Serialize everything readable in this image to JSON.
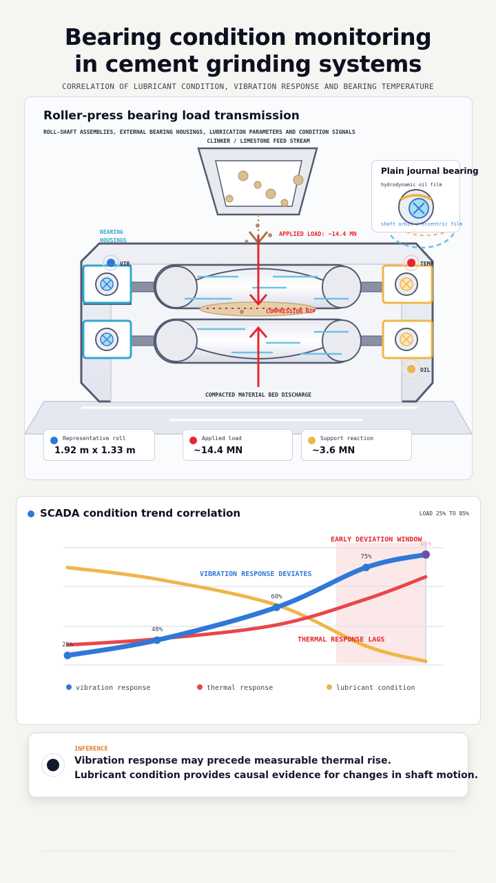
{
  "header": {
    "title_line1": "Bearing condition monitoring",
    "title_line2": "in cement grinding systems",
    "subtitle": "CORRELATION OF LUBRICANT CONDITION, VIBRATION RESPONSE AND BEARING TEMPERATURE"
  },
  "press_panel": {
    "title": "Roller-press bearing load transmission",
    "subtitle": "ROLL-SHAFT ASSEMBLIES, EXTERNAL BEARING HOUSINGS, LUBRICATION PARAMETERS AND CONDITION SIGNALS",
    "feed_label": "CLINKER / LIMESTONE FEED STREAM",
    "applied_load_label": "APPLIED LOAD: ~14.4 MN",
    "bearing_housings_label_1": "BEARING",
    "bearing_housings_label_2": "HOUSINGS",
    "vib_label": "VIB",
    "temp_label": "TEMP",
    "oil_label": "OIL",
    "nip_label": "COMPRESSION NIP",
    "discharge_label": "COMPACTED MATERIAL BED DISCHARGE",
    "inset": {
      "title": "Plain journal bearing",
      "film_label": "hydrodynamic oil film",
      "orbit_label": "shaft orbit / eccentric film"
    },
    "stats": [
      {
        "label": "Representative roll",
        "value": "1.92 m x 1.33 m",
        "color": "#2f78d8"
      },
      {
        "label": "Applied load",
        "value": "~14.4 MN",
        "color": "#e5262c"
      },
      {
        "label": "Support reaction",
        "value": "~3.6 MN",
        "color": "#f0b54a"
      }
    ]
  },
  "trend_panel": {
    "title": "SCADA condition trend correlation",
    "range_label": "LOAD 25% TO 85%",
    "early_window_label": "EARLY DEVIATION WINDOW",
    "vibration_annotation": "VIBRATION RESPONSE DEVIATES",
    "thermal_annotation": "THERMAL RESPONSE LAGS",
    "chart_data": {
      "type": "line",
      "x": [
        25,
        40,
        60,
        75,
        85
      ],
      "point_labels": [
        "25%",
        "40%",
        "60%",
        "75%",
        "85%"
      ],
      "xlim": [
        25,
        85
      ],
      "highlight_window": [
        70,
        85
      ],
      "grid": true,
      "legend_position": "bottom",
      "series": [
        {
          "name": "vibration response",
          "color": "#2f78d8",
          "values": [
            0.07,
            0.2,
            0.48,
            0.82,
            0.93
          ]
        },
        {
          "name": "thermal response",
          "color": "#e8464c",
          "values": [
            0.16,
            0.21,
            0.33,
            0.55,
            0.74
          ]
        },
        {
          "name": "lubricant condition",
          "color": "#f0b54a",
          "values": [
            0.82,
            0.72,
            0.5,
            0.15,
            0.02
          ]
        }
      ]
    }
  },
  "inference": {
    "tag": "INFERENCE",
    "line1": "Vibration response may precede measurable thermal rise.",
    "line2": "Lubricant condition provides causal evidence for changes in shaft motion."
  },
  "colors": {
    "blue": "#2f78d8",
    "red": "#e5262c",
    "amber": "#f0b54a",
    "frame": "#545a70"
  }
}
